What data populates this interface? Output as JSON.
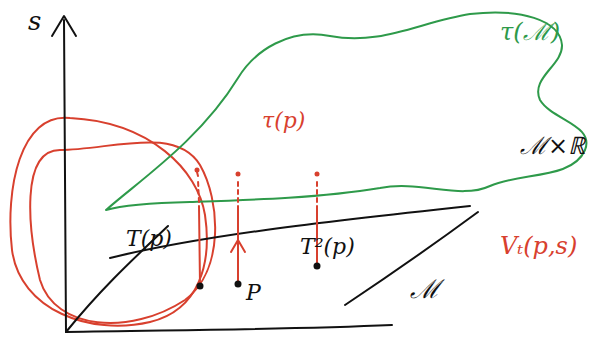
{
  "diagram": {
    "labels": [
      "s",
      "τ(ℳ)",
      "τ(p)",
      "ℳ×ℝ",
      "T(p)",
      "P",
      "T²(p)",
      "ℳ",
      "Vₜ(p,s)"
    ]
  }
}
